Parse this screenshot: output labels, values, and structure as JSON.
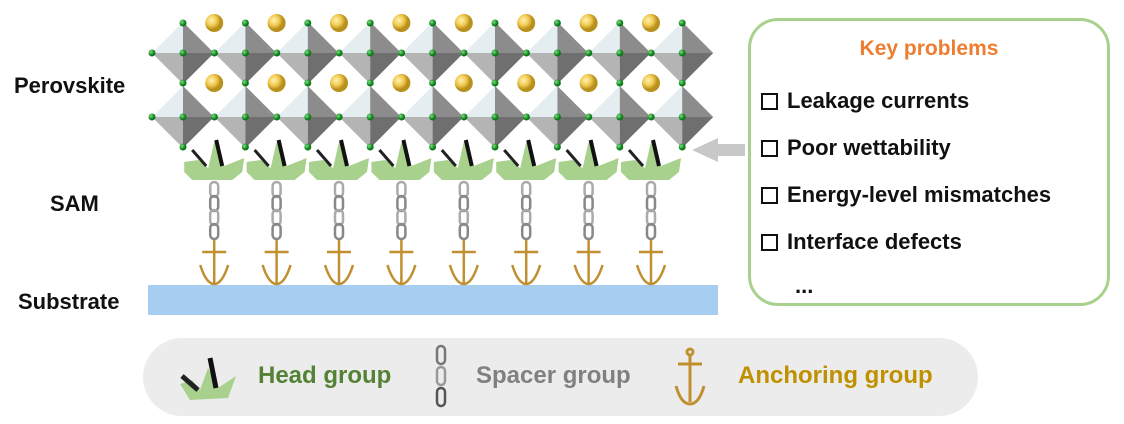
{
  "labels": {
    "perovskite": "Perovskite",
    "sam": "SAM",
    "substrate": "Substrate"
  },
  "problems": {
    "title": "Key problems",
    "items": [
      "Leakage currents",
      "Poor wettability",
      "Energy-level mismatches",
      "Interface defects"
    ],
    "more": "..."
  },
  "legend": {
    "head": "Head group",
    "spacer": "Spacer group",
    "anchor": "Anchoring group"
  },
  "colors": {
    "head": "#548235",
    "spacer": "#808080",
    "anchor": "#bf9000",
    "title": "#ed7d31",
    "substrate": "#a7cdf0",
    "head_fill": "#a9d18e"
  }
}
